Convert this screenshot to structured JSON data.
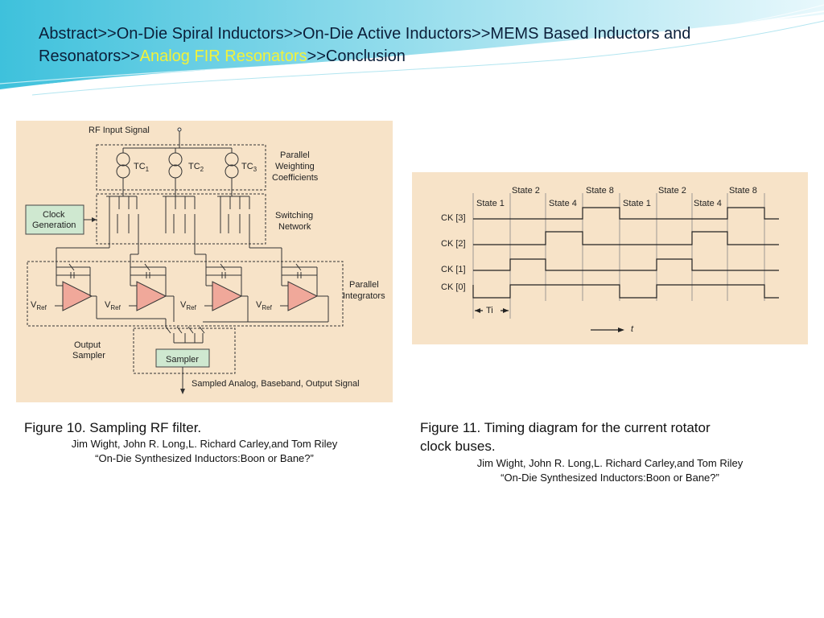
{
  "breadcrumb": {
    "items": [
      "Abstract",
      "On-Die Spiral Inductors",
      "On-Die Active Inductors",
      "MEMS Based Inductors and Resonators",
      "Analog FIR Resonators",
      "Conclusion"
    ],
    "separator": ">>",
    "active_index": 4,
    "active_color": "#f2f23a"
  },
  "figure10": {
    "rf_input": "RF Input Signal",
    "tc1": "TC",
    "tc1_sub": "1",
    "tc2": "TC",
    "tc2_sub": "2",
    "tc3": "TC",
    "tc3_sub": "3",
    "weighting_l1": "Parallel",
    "weighting_l2": "Weighting",
    "weighting_l3": "Coefficients",
    "clock_l1": "Clock",
    "clock_l2": "Generation",
    "switching_l1": "Switching",
    "switching_l2": "Network",
    "integrators_l1": "Parallel",
    "integrators_l2": "Integrators",
    "vref": "V",
    "vref_sub": "Ref",
    "output_l1": "Output",
    "output_l2": "Sampler",
    "sampler": "Sampler",
    "output_signal": "Sampled Analog, Baseband, Output Signal",
    "block_color": "#cfe8d0"
  },
  "figure11": {
    "states_top": [
      "State 2",
      "State 8",
      "State 2",
      "State 8"
    ],
    "states_bottom": [
      "State 1",
      "State 4",
      "State 1",
      "State 4"
    ],
    "signals": [
      "CK [3]",
      "CK [2]",
      "CK [1]",
      "CK [0]"
    ],
    "ti": "Ti",
    "t": "t"
  },
  "caption10": {
    "title": "Figure 10. Sampling RF filter.",
    "authors": "Jim Wight, John R. Long,L. Richard Carley,and Tom Riley",
    "paper": "“On-Die Synthesized Inductors:Boon or Bane?”"
  },
  "caption11": {
    "title_l1": "Figure 11. Timing diagram for the current rotator",
    "title_l2": "clock buses.",
    "authors": "Jim Wight, John R. Long,L. Richard Carley,and Tom Riley",
    "paper": "“On-Die Synthesized Inductors:Boon or Bane?”"
  }
}
